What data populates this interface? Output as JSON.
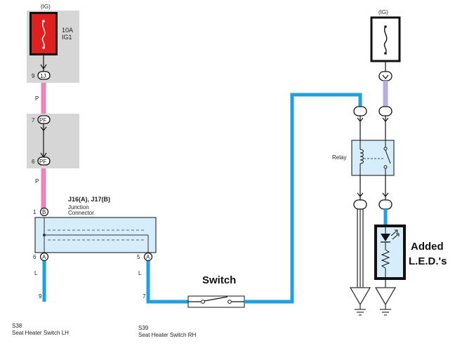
{
  "colors": {
    "wire_blue": "#1da1e6",
    "wire_pink": "#ea86b6",
    "wire_lavender": "#b9addc",
    "fuse_red": "#e02020",
    "shade_gray": "#d6d6d6",
    "connector_fill": "#d6eefb",
    "ground": "#333333"
  },
  "left_fuse": {
    "ig_label": "(IG)",
    "rating": "10A",
    "name": "IG1",
    "icon": "fuse-icon"
  },
  "right_fuse": {
    "ig_label": "(IG)",
    "icon": "fuse-icon"
  },
  "connectors": {
    "c1j_pin": "9",
    "c1j_label": "1J",
    "pf_top_pin": "7",
    "pf_top_label": "PF",
    "pf_bottom_pin": "6",
    "pf_bottom_label": "PF",
    "jb_in_pin": "1",
    "jb_in_label": "B",
    "jb_out_left_pin": "6",
    "jb_out_left_label": "A",
    "jb_out_right_pin": "5",
    "jb_out_right_label": "A"
  },
  "wire_codes": {
    "upper_pink": "P",
    "lower_pink": "P",
    "left_blue": "L",
    "right_blue": "L"
  },
  "junction": {
    "id": "J16(A), J17(B)",
    "line1": "Junction",
    "line2": "Connector"
  },
  "switches": {
    "s38_id": "S38",
    "s38_name": "Seat Heater Switch LH",
    "s38_pin": "9",
    "s39_id": "S39",
    "s39_name": "Seat Heater Switch RH",
    "s39_pin": "7"
  },
  "annotations": {
    "switch_label": "Switch",
    "relay_label": "Relay",
    "added_leds_line1": "Added",
    "added_leds_line2": "L.E.D.'s"
  }
}
